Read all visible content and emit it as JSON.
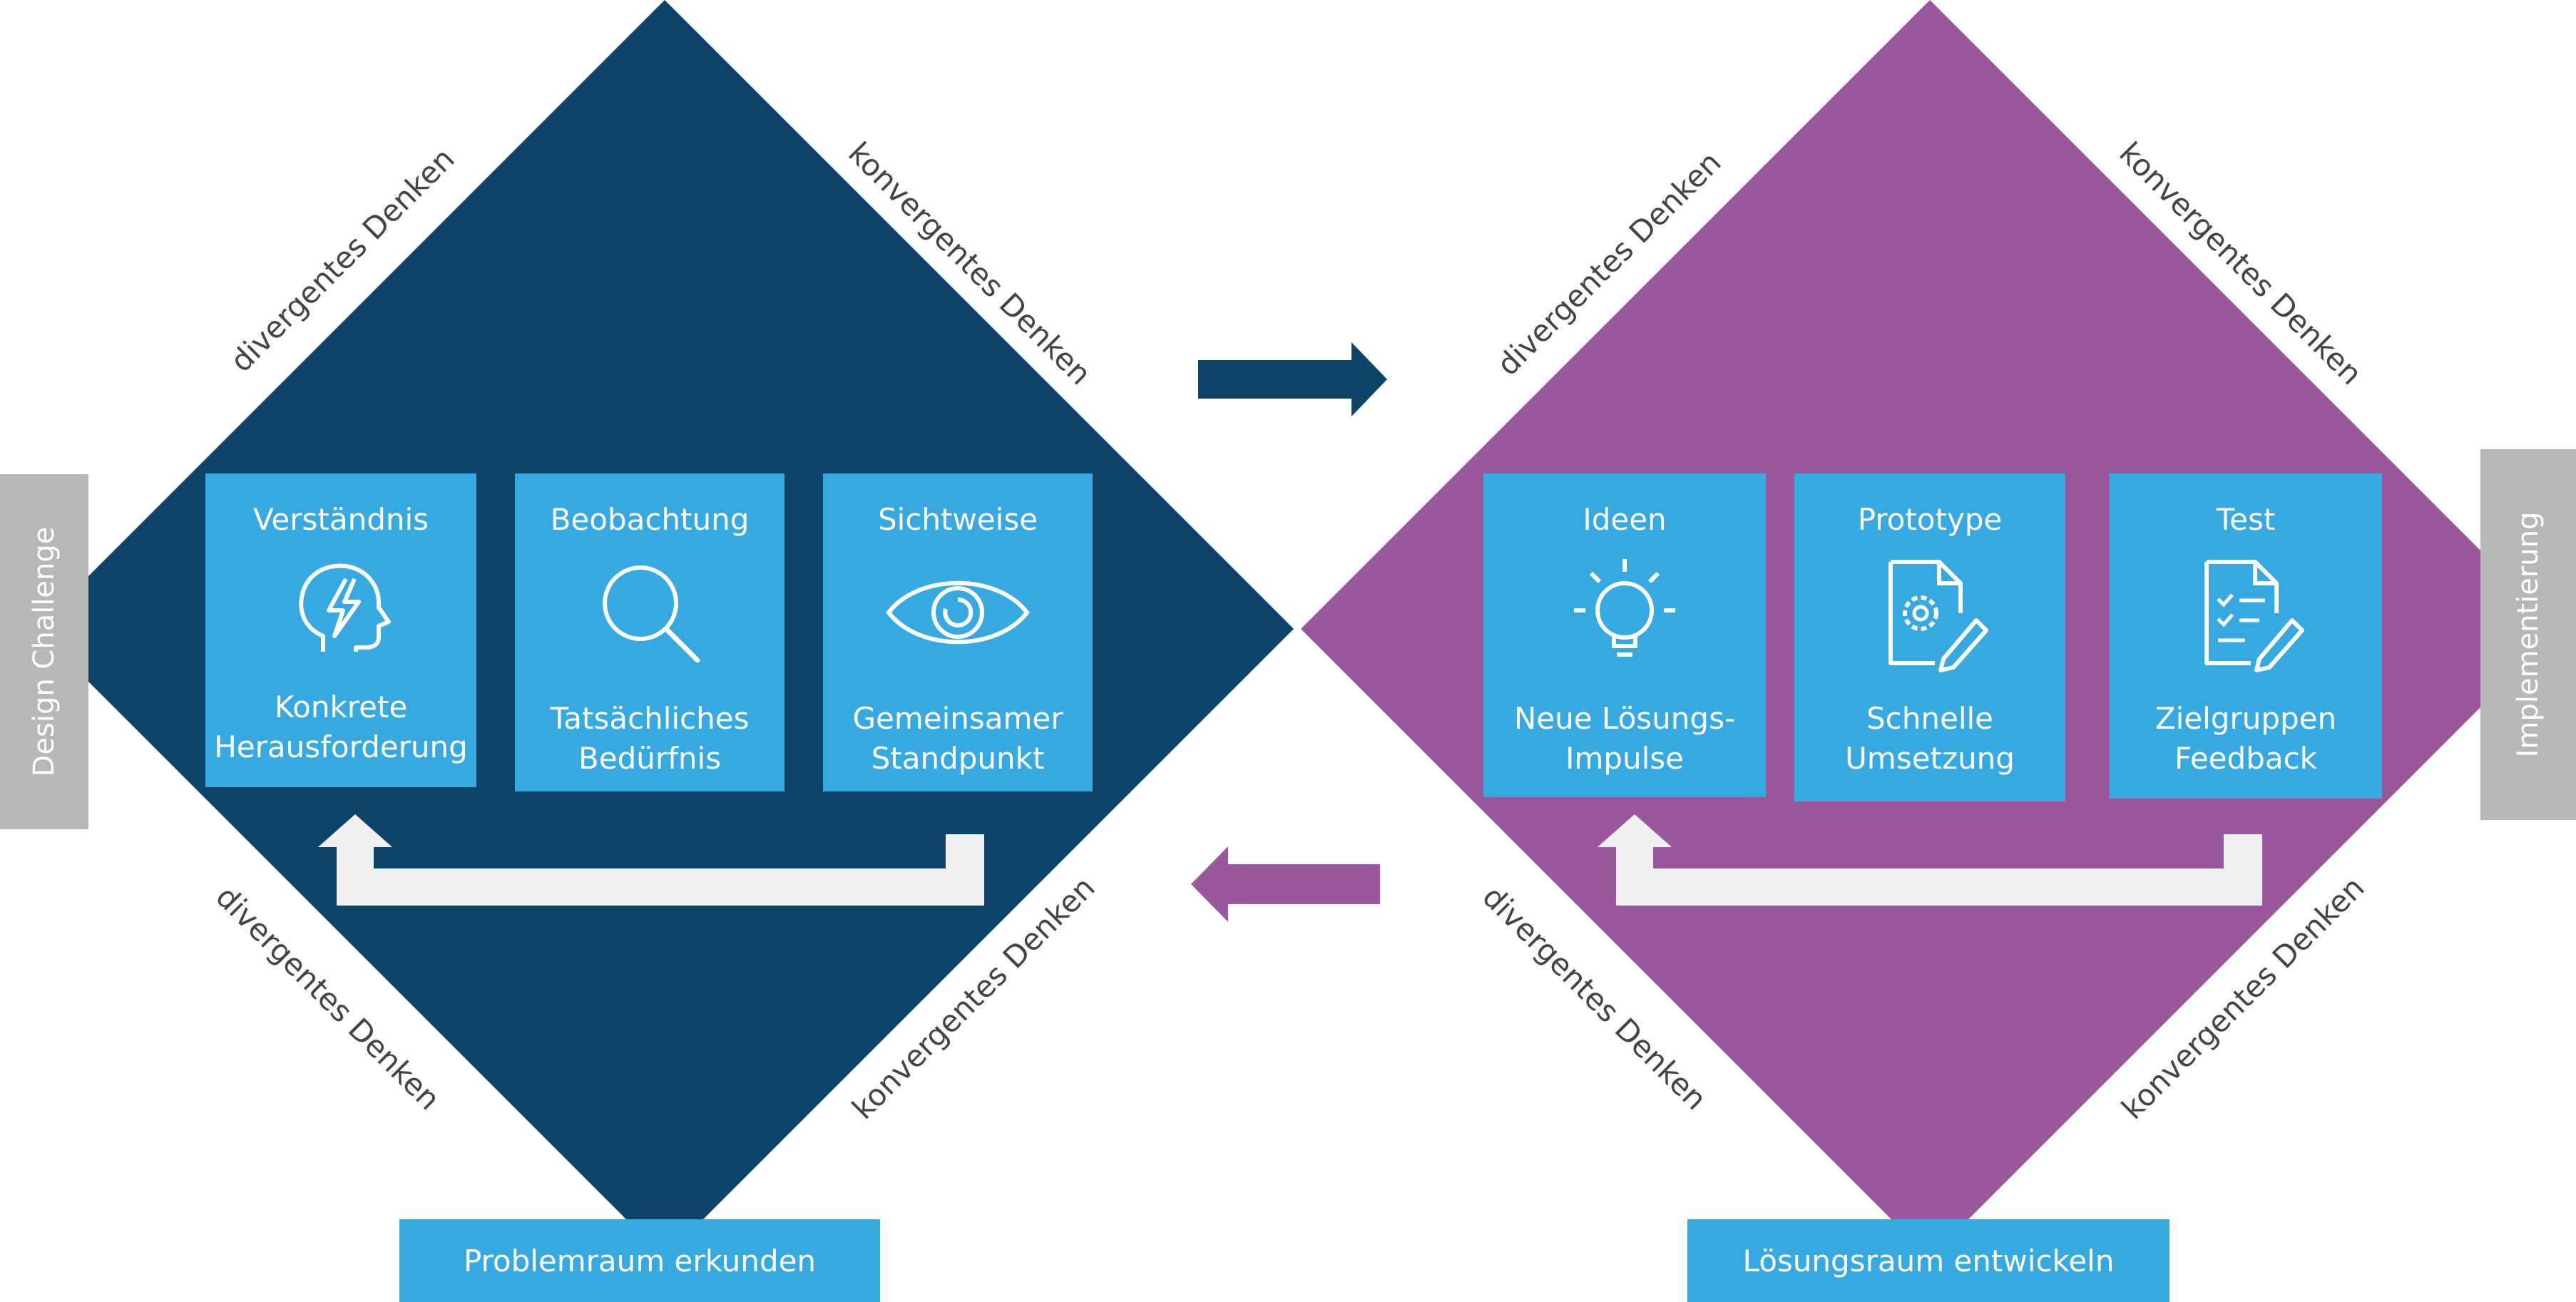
{
  "left_side_label": "Design Challenge",
  "right_side_label": "Implementierung",
  "problem_space": {
    "bottom_label": "Problemraum erkunden",
    "edge_labels": {
      "top_left": "divergentes Denken",
      "top_right": "konvergentes Denken",
      "bottom_left": "divergentes Denken",
      "bottom_right": "konvergentes Denken"
    },
    "steps": [
      {
        "title": "Verständnis",
        "line1": "Konkrete",
        "line2": "Herausforderung",
        "icon": "head-lightning-icon"
      },
      {
        "title": "Beobachtung",
        "line1": "Tatsächliches",
        "line2": "Bedürfnis",
        "icon": "magnifier-icon"
      },
      {
        "title": "Sichtweise",
        "line1": "Gemeinsamer",
        "line2": "Standpunkt",
        "icon": "eye-icon"
      }
    ]
  },
  "solution_space": {
    "bottom_label": "Lösungsraum entwickeln",
    "edge_labels": {
      "top_left": "divergentes Denken",
      "top_right": "konvergentes Denken",
      "bottom_left": "divergentes Denken",
      "bottom_right": "konvergentes Denken"
    },
    "steps": [
      {
        "title": "Ideen",
        "line1": "Neue Lösungs-",
        "line2": "Impulse",
        "icon": "lightbulb-icon"
      },
      {
        "title": "Prototype",
        "line1": "Schnelle",
        "line2": "Umsetzung",
        "icon": "document-gear-icon"
      },
      {
        "title": "Test",
        "line1": "Zielgruppen",
        "line2": "Feedback",
        "icon": "checklist-icon"
      }
    ]
  },
  "colors": {
    "problem_diamond": "#0e4467",
    "solution_diamond": "#99579d",
    "card": "#36a9e1",
    "side_tab": "#b7b7b7",
    "feedback_arrow": "#f0f0f0"
  }
}
